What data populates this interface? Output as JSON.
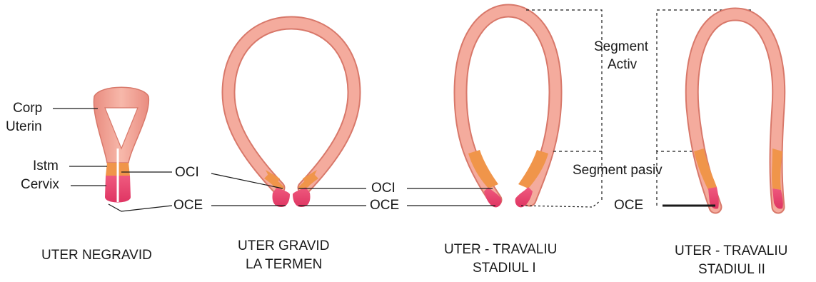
{
  "colors": {
    "wall_fill": "#f3a99b",
    "wall_edge": "#d8786a",
    "isthmus": "#f0954a",
    "cervix": "#e63e69",
    "line": "#1a1a1a"
  },
  "labels": {
    "corp": "Corp",
    "uterin": "Uterin",
    "istm": "Istm",
    "cervix": "Cervix",
    "oci_1": "OCI",
    "oce_1": "OCE",
    "oci_2": "OCI",
    "oce_2": "OCE",
    "segment_activ_1": "Segment",
    "segment_activ_2": "Activ",
    "segment_pasiv": "Segment pasiv",
    "oce_3": "OCE"
  },
  "captions": {
    "negravid": "UTER NEGRAVID",
    "gravid_1": "UTER GRAVID",
    "gravid_2": "LA TERMEN",
    "travaliu1_1": "UTER - TRAVALIU",
    "travaliu1_2": "STADIUL I",
    "travaliu2_1": "UTER - TRAVALIU",
    "travaliu2_2": "STADIUL II"
  }
}
